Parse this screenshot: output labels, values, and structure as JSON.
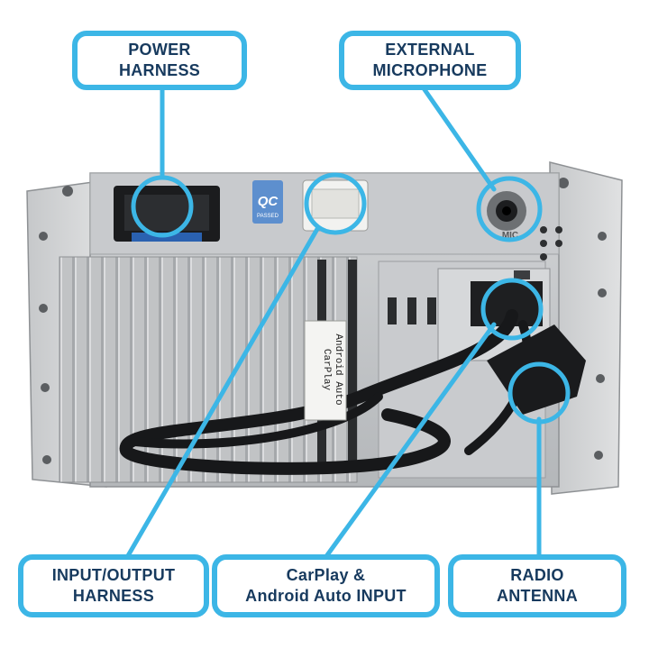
{
  "colors": {
    "accent": "#3cb6e6",
    "label_text": "#173a5e"
  },
  "labels": {
    "power_harness": {
      "line1": "POWER",
      "line2": "HARNESS"
    },
    "external_microphone": {
      "line1": "EXTERNAL",
      "line2": "MICROPHONE"
    },
    "io_harness": {
      "line1": "INPUT/OUTPUT",
      "line2": "HARNESS"
    },
    "carplay_input": {
      "line1": "CarPlay &",
      "line2": "Android Auto INPUT"
    },
    "radio_antenna": {
      "line1": "RADIO",
      "line2": "ANTENNA"
    }
  },
  "unit": {
    "qc_badge": {
      "main": "QC",
      "sub": "PASSED"
    },
    "mic_label": "MIC",
    "cable_tag": {
      "line1": "CarPlay",
      "line2": "Android Auto"
    }
  }
}
